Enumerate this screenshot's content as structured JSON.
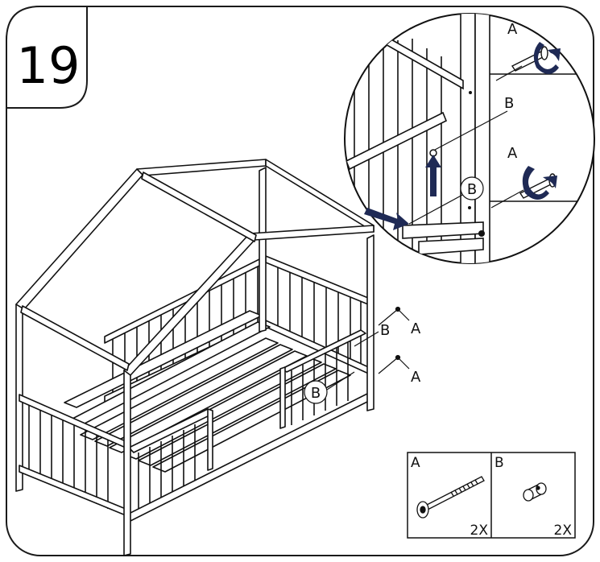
{
  "step": {
    "number": "19"
  },
  "callouts": {
    "screw_upper": "A",
    "cam_upper": "B",
    "screw_lower": "A",
    "cam_lower": "B",
    "detail_screw_top": "A",
    "detail_cam_top": "B",
    "detail_screw_bottom": "A",
    "detail_cam_circle": "B"
  },
  "parts": [
    {
      "letter": "A",
      "qty": "2X",
      "icon": "bolt-icon"
    },
    {
      "letter": "B",
      "qty": "2X",
      "icon": "cam-nut-icon"
    }
  ],
  "colors": {
    "line": "#111111",
    "arrow": "#1f2a55",
    "frame": "#1a1a1a"
  }
}
